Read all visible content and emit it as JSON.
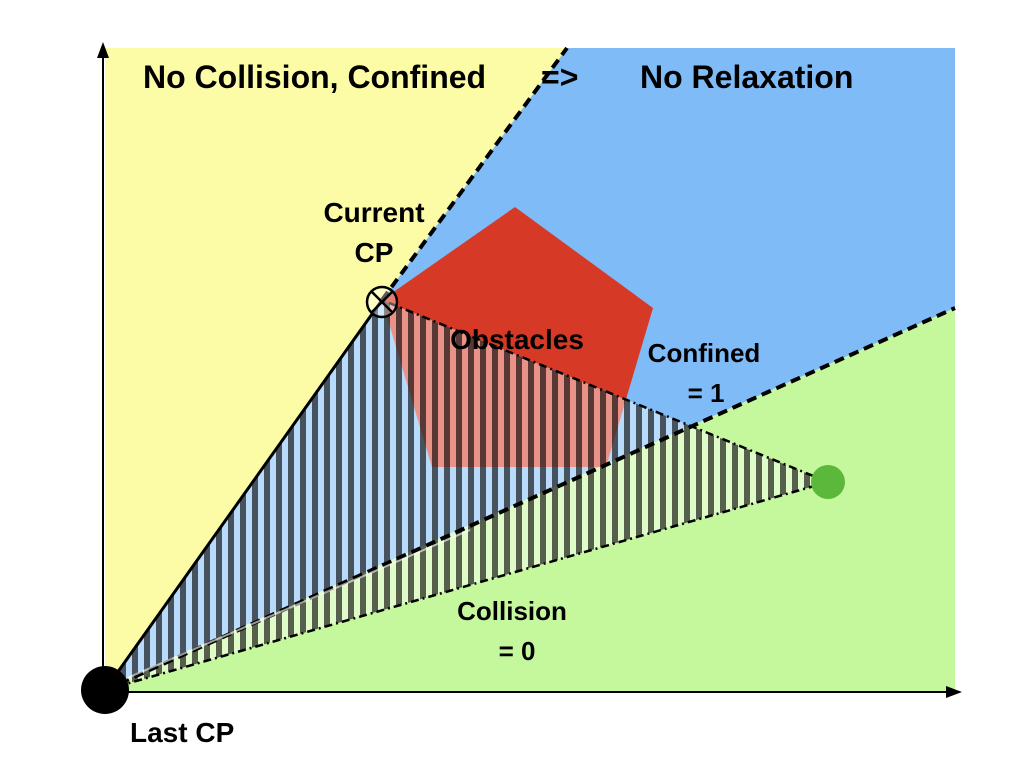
{
  "labels": {
    "no_collision_confined": "No Collision, Confined",
    "arrow": "=>",
    "no_relaxation": "No Relaxation",
    "current_cp_line1": "Current",
    "current_cp_line2": "CP",
    "obstacles": "Obstacles",
    "confined_line1": "Confined",
    "confined_line2": "= 1",
    "collision_line1": "Collision",
    "collision_line2": "= 0",
    "last_cp": "Last CP"
  },
  "colors": {
    "confined_region": "#fdfca6",
    "no_relaxation_region": "#7fbcf7",
    "collision_region": "#c5f79c",
    "obstacle": "#d63a27",
    "goal_point": "#5cb83a",
    "last_cp_point": "#000000",
    "axis": "#000000"
  }
}
